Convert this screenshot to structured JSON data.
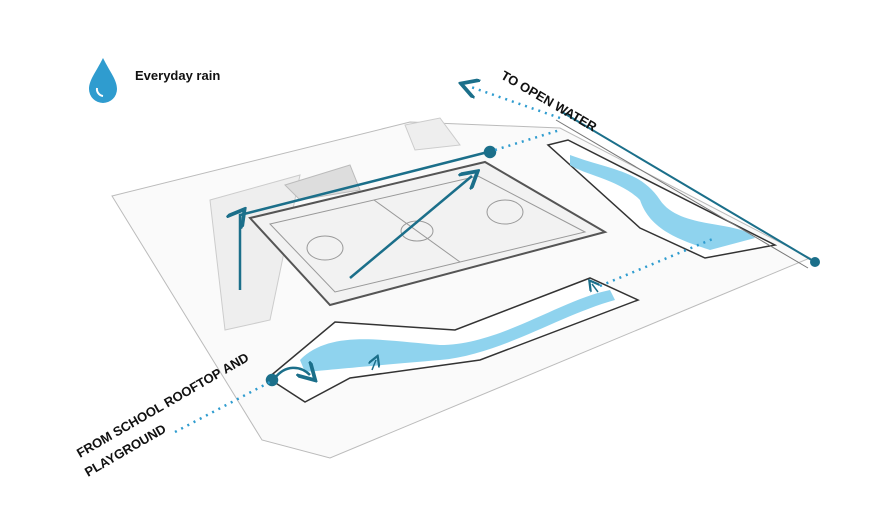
{
  "legend": {
    "icon": "water-drop-icon",
    "label": "Everyday rain",
    "color": "#2f9ccf"
  },
  "annotations": {
    "to_open_water": "TO OPEN WATER",
    "from_school_line1": "FROM SCHOOL ROOFTOP AND",
    "from_school_line2": "PLAYGROUND"
  },
  "colors": {
    "water": "#8fd3ee",
    "flow": "#1b6f8a",
    "outline": "#444444"
  }
}
